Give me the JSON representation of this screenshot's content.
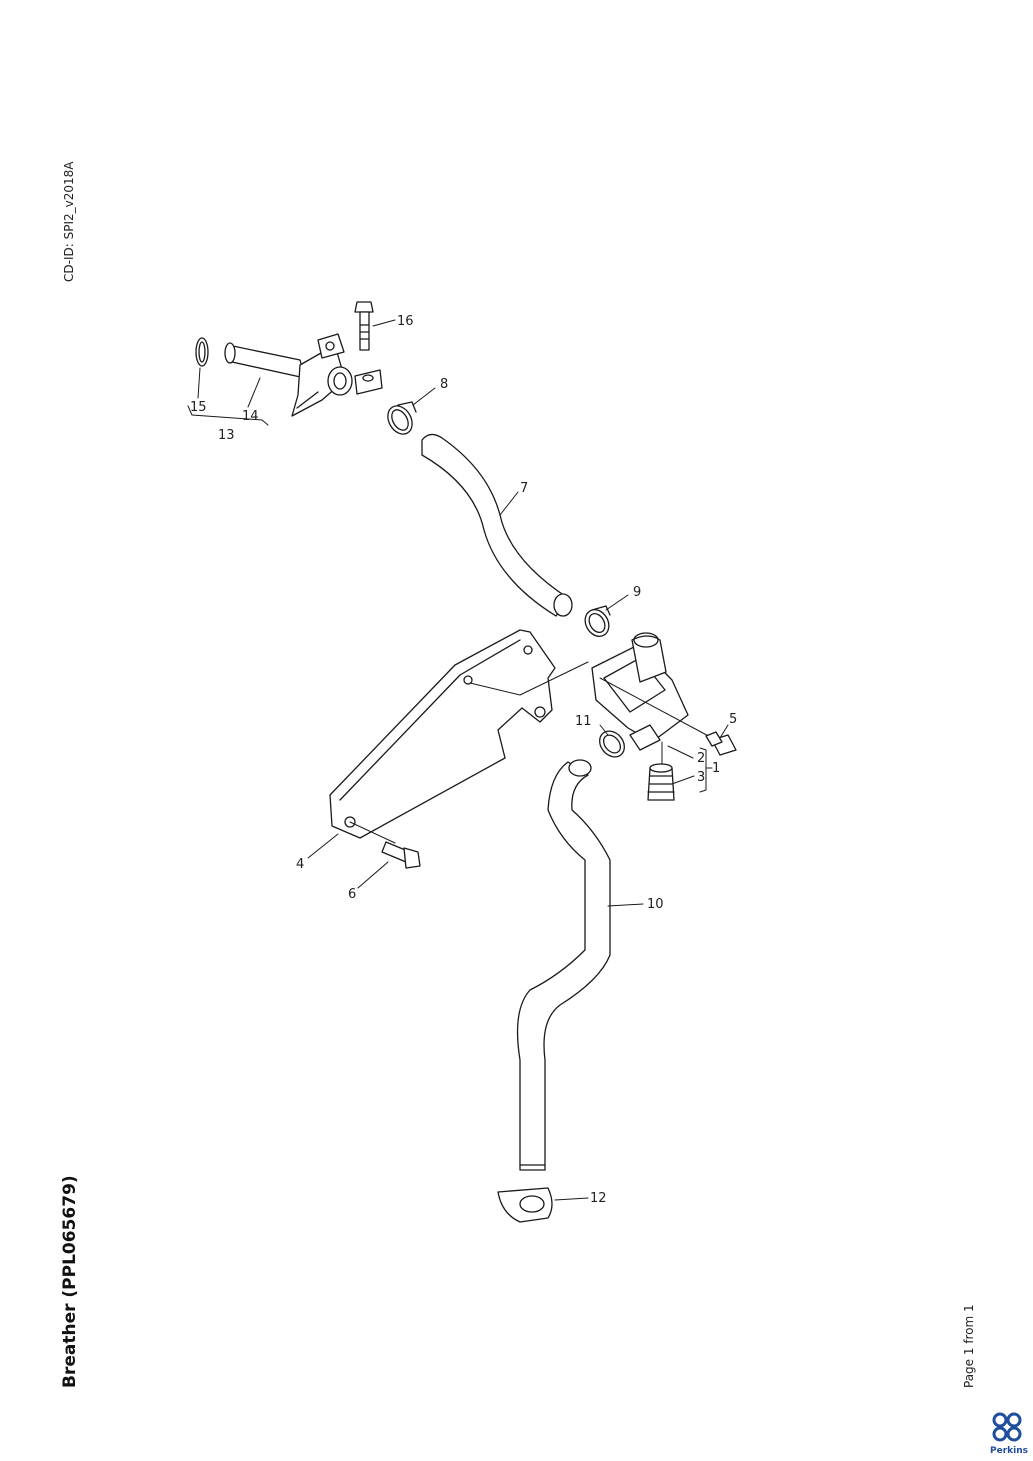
{
  "document": {
    "cd_id": "CD-ID: SPI2_v2018A",
    "title": "Breather (PPL065679)",
    "page_info": "Page 1 from 1",
    "brand": "Perkins"
  },
  "callouts": [
    "1",
    "2",
    "3",
    "4",
    "5",
    "6",
    "7",
    "8",
    "9",
    "10",
    "11",
    "12",
    "13",
    "14",
    "15",
    "16"
  ],
  "colors": {
    "line": "#1a1a1a",
    "brand": "#1f4e9b"
  }
}
